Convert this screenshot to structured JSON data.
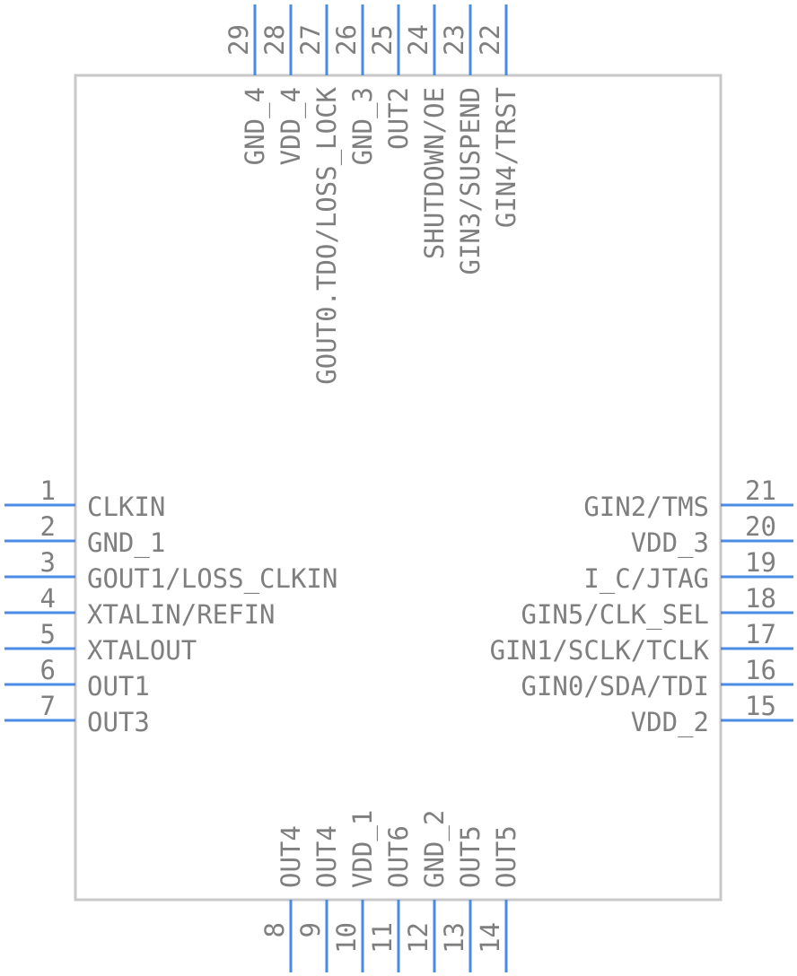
{
  "component": {
    "body_color": "#c8c8c8",
    "pin_color": "#4a8be5",
    "text_color": "#7f7f7f",
    "pins": {
      "left": [
        {
          "number": "1",
          "label": "CLKIN"
        },
        {
          "number": "2",
          "label": "GND_1"
        },
        {
          "number": "3",
          "label": "GOUT1/LOSS_CLKIN"
        },
        {
          "number": "4",
          "label": "XTALIN/REFIN"
        },
        {
          "number": "5",
          "label": "XTALOUT"
        },
        {
          "number": "6",
          "label": "OUT1"
        },
        {
          "number": "7",
          "label": "OUT3"
        }
      ],
      "right": [
        {
          "number": "21",
          "label": "GIN2/TMS"
        },
        {
          "number": "20",
          "label": "VDD_3"
        },
        {
          "number": "19",
          "label": "I_C/JTAG"
        },
        {
          "number": "18",
          "label": "GIN5/CLK_SEL"
        },
        {
          "number": "17",
          "label": "GIN1/SCLK/TCLK"
        },
        {
          "number": "16",
          "label": "GIN0/SDA/TDI"
        },
        {
          "number": "15",
          "label": "VDD_2"
        }
      ],
      "top": [
        {
          "number": "29",
          "label": "GND_4"
        },
        {
          "number": "28",
          "label": "VDD_4"
        },
        {
          "number": "27",
          "label": "GOUT0.TDO/LOSS_LOCK"
        },
        {
          "number": "26",
          "label": "GND_3"
        },
        {
          "number": "25",
          "label": "OUT2"
        },
        {
          "number": "24",
          "label": "SHUTDOWN/OE"
        },
        {
          "number": "23",
          "label": "GIN3/SUSPEND"
        },
        {
          "number": "22",
          "label": "GIN4/TRST"
        }
      ],
      "bottom": [
        {
          "number": "8",
          "label": "OUT4"
        },
        {
          "number": "9",
          "label": "OUT4"
        },
        {
          "number": "10",
          "label": "VDD_1"
        },
        {
          "number": "11",
          "label": "OUT6"
        },
        {
          "number": "12",
          "label": "GND_2"
        },
        {
          "number": "13",
          "label": "OUT5"
        },
        {
          "number": "14",
          "label": "OUT5"
        }
      ]
    }
  }
}
